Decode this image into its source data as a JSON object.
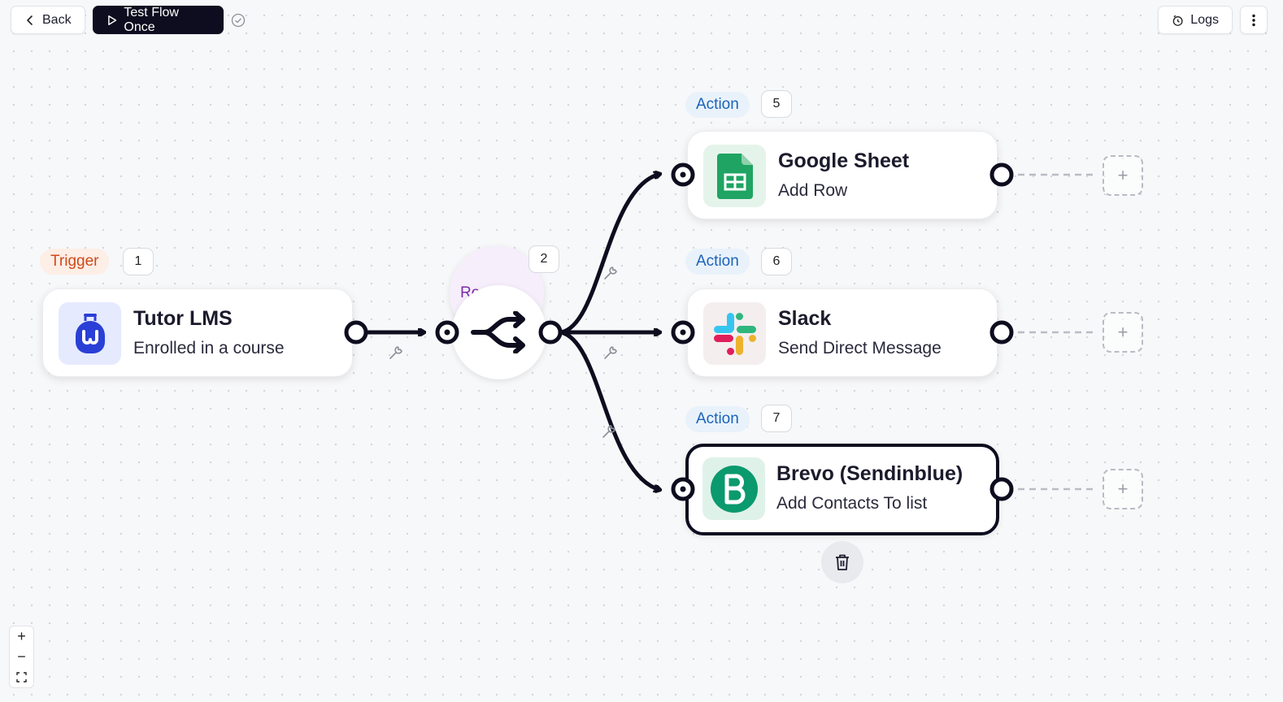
{
  "toolbar": {
    "back_label": "Back",
    "test_label": "Test Flow Once",
    "logs_label": "Logs"
  },
  "nodes": {
    "trigger": {
      "tag": "Trigger",
      "step": "1",
      "title": "Tutor LMS",
      "subtitle": "Enrolled in a course"
    },
    "router": {
      "tag": "Router",
      "step": "2"
    },
    "google_sheet": {
      "tag": "Action",
      "step": "5",
      "title": "Google Sheet",
      "subtitle": "Add Row"
    },
    "slack": {
      "tag": "Action",
      "step": "6",
      "title": "Slack",
      "subtitle": "Send Direct Message"
    },
    "brevo": {
      "tag": "Action",
      "step": "7",
      "title": "Brevo (Sendinblue)",
      "subtitle": "Add Contacts To list"
    }
  },
  "zoom": {
    "plus": "+",
    "minus": "−"
  },
  "icons": {
    "back": "chevron-left-icon",
    "play": "play-icon",
    "check": "check-circle-icon",
    "logs": "logs-icon",
    "more": "more-vertical-icon",
    "wrench": "wrench-icon",
    "trash": "trash-icon",
    "fit": "fit-view-icon",
    "add": "plus-icon"
  },
  "colors": {
    "accent": "#0d0d1f",
    "trigger": "#cf4a18",
    "router": "#7a2ca6",
    "action": "#1b63b8",
    "google_sheet": "#1fa463",
    "brevo": "#0b996e"
  }
}
